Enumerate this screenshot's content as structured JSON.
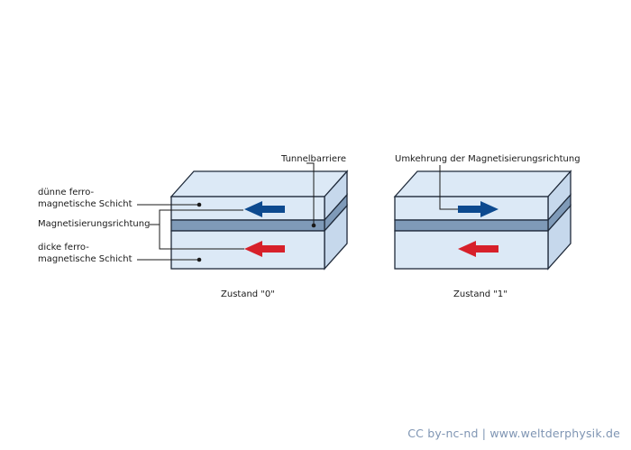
{
  "labels": {
    "duenne_line1": "dünne ferro-",
    "duenne_line2": "magnetische Schicht",
    "magnetisierungsrichtung": "Magnetisierungsrichtung",
    "dicke_line1": "dicke ferro-",
    "dicke_line2": "magnetische Schicht",
    "tunnelbarriere": "Tunnelbarriere",
    "umkehrung": "Umkehrung der Magnetisierungsrichtung"
  },
  "states": [
    {
      "caption": "Zustand \"0\"",
      "top_arrow": "left",
      "bottom_arrow": "left"
    },
    {
      "caption": "Zustand \"1\"",
      "top_arrow": "right",
      "bottom_arrow": "left"
    }
  ],
  "credit": "CC by-nc-nd | www.weltderphysik.de",
  "colors": {
    "face_light": "#dce9f6",
    "face_side": "#c6d8ec",
    "barrier": "#7f9ab8",
    "outline": "#1f2a3a",
    "arrow_blue": "#0d4a8f",
    "arrow_red": "#d7202a",
    "credit_text": "#7f95b3"
  }
}
